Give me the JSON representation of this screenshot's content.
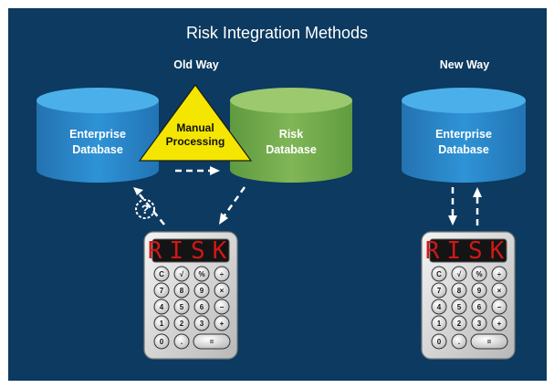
{
  "title": "Risk Integration Methods",
  "old_way": {
    "heading": "Old Way",
    "enterprise_db": {
      "line1": "Enterprise",
      "line2": "Database"
    },
    "risk_db": {
      "line1": "Risk",
      "line2": "Database"
    },
    "manual": {
      "line1": "Manual",
      "line2": "Processing"
    },
    "question_mark": "?"
  },
  "new_way": {
    "heading": "New Way",
    "enterprise_db": {
      "line1": "Enterprise",
      "line2": "Database"
    }
  },
  "calculator": {
    "display": "RISK",
    "keys": [
      [
        "C",
        "√",
        "%",
        "÷"
      ],
      [
        "7",
        "8",
        "9",
        "×"
      ],
      [
        "4",
        "5",
        "6",
        "−"
      ],
      [
        "1",
        "2",
        "3",
        "+"
      ],
      [
        "0",
        ".",
        "="
      ]
    ]
  },
  "colors": {
    "background": "#0c3a60",
    "enterprise_db": "#2b8ed0",
    "risk_db": "#7ab04f",
    "manual_triangle": "#f4e600"
  }
}
